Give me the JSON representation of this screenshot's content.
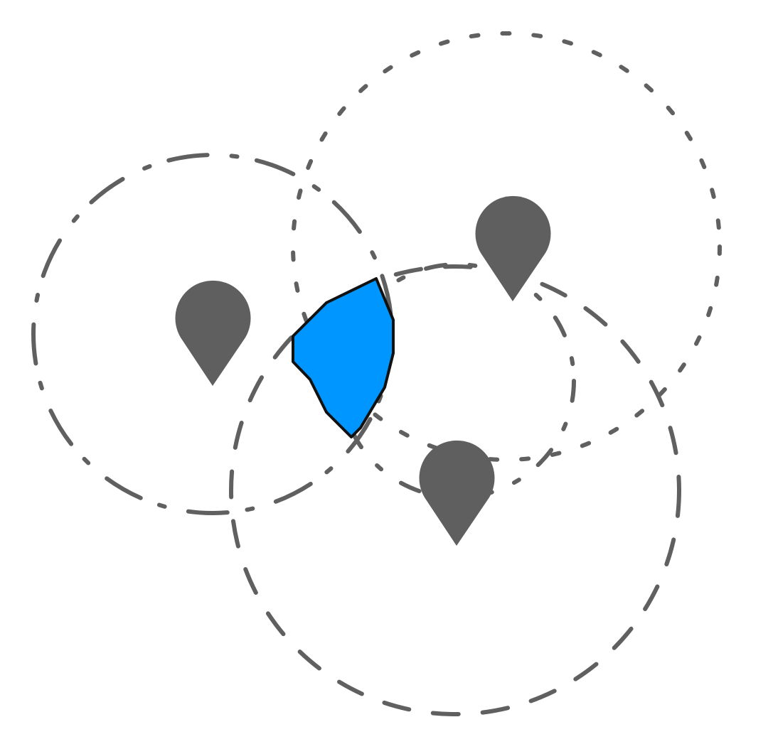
{
  "colors": {
    "background": "#ffffff",
    "range": "#606060",
    "marker": "#5f5f5f",
    "intersection_fill": "#0096ff",
    "intersection_stroke": "#111111"
  },
  "diagram": {
    "markers": [
      {
        "id": "left",
        "icon": "map-pin-icon"
      },
      {
        "id": "top-right",
        "icon": "map-pin-icon"
      },
      {
        "id": "bottom",
        "icon": "map-pin-icon"
      }
    ],
    "ranges": [
      {
        "id": "left",
        "style": "long-dash"
      },
      {
        "id": "top-right",
        "style": "short-dash"
      },
      {
        "id": "bottom",
        "style": "long-dash"
      },
      {
        "id": "middle",
        "style": "mixed-dash"
      }
    ],
    "intersection": {
      "shape": "polygon",
      "label": ""
    }
  }
}
